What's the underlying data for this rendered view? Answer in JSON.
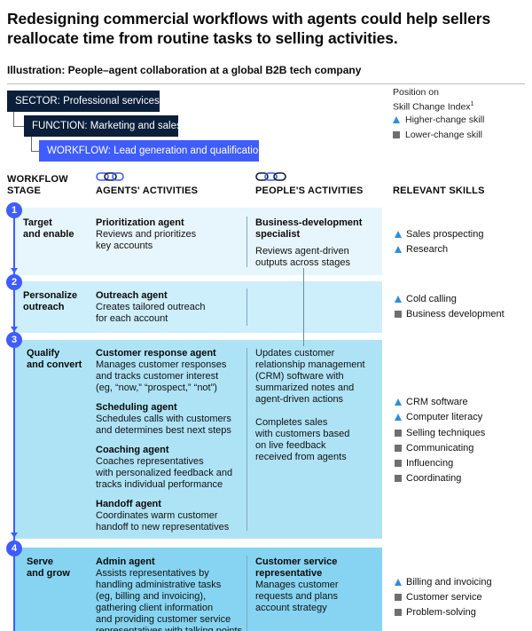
{
  "title": "Redesigning commercial workflows with agents could help sellers reallocate time from routine tasks to selling activities.",
  "subtitle": "Illustration: People–agent collaboration at a global B2B tech company",
  "hierarchy": {
    "sector": "SECTOR: Professional services",
    "function": "FUNCTION: Marketing and sales",
    "workflow": "WORKFLOW: Lead generation and qualification"
  },
  "legend": {
    "heading_line1": "Position on",
    "heading_line2": "Skill Change Index",
    "footnote_mark": "1",
    "higher": "Higher-change skill",
    "lower": "Lower-change skill"
  },
  "columns": {
    "stage": "WORKFLOW\nSTAGE",
    "agents": "AGENTS' ACTIVITIES",
    "people": "PEOPLE'S  ACTIVITIES",
    "skills": "RELEVANT SKILLS"
  },
  "colors": {
    "accent": "#3f5cff",
    "dark_box": "#0b1f3a",
    "higher_marker": "#2e8fd6",
    "lower_marker": "#6f6f6f",
    "band1": "#e7f6fd",
    "band2": "#cdeefb",
    "band3": "#aee3f6",
    "band4": "#86d4f1"
  },
  "stages": [
    {
      "number": "1",
      "name": "Target\nand enable",
      "agents": [
        {
          "title": "Prioritization agent",
          "desc": "Reviews and prioritizes\nkey accounts"
        }
      ],
      "people": [
        {
          "title": "Business-development\nspecialist",
          "desc": "Reviews agent-driven\noutputs across stages"
        }
      ],
      "skills": [
        {
          "name": "Sales prospecting",
          "type": "higher"
        },
        {
          "name": "Research",
          "type": "higher"
        }
      ]
    },
    {
      "number": "2",
      "name": "Personalize\noutreach",
      "agents": [
        {
          "title": "Outreach agent",
          "desc": "Creates tailored outreach\nfor each account"
        }
      ],
      "people": [],
      "skills": [
        {
          "name": "Cold calling",
          "type": "higher"
        },
        {
          "name": "Business development",
          "type": "lower"
        }
      ]
    },
    {
      "number": "3",
      "name": "Qualify\nand convert",
      "agents": [
        {
          "title": "Customer response agent",
          "desc": "Manages customer responses\nand tracks customer interest\n(eg, “now,” “prospect,” “not”)"
        },
        {
          "title": "Scheduling agent",
          "desc": "Schedules calls with customers\nand determines best next steps"
        },
        {
          "title": "Coaching agent",
          "desc": "Coaches representatives\nwith personalized feedback and\ntracks individual performance"
        },
        {
          "title": "Handoff agent",
          "desc": "Coordinates warm customer\nhandoff to new representatives"
        }
      ],
      "people": [
        {
          "title": "",
          "desc": "Updates customer\nrelationship management\n(CRM) software with\nsummarized notes and\nagent-driven actions"
        },
        {
          "title": "",
          "desc": "Completes sales\nwith customers based\non live feedback\nreceived from agents"
        }
      ],
      "skills": [
        {
          "name": "CRM software",
          "type": "higher"
        },
        {
          "name": "Computer literacy",
          "type": "higher"
        },
        {
          "name": "Selling techniques",
          "type": "lower"
        },
        {
          "name": "Communicating",
          "type": "lower"
        },
        {
          "name": "Influencing",
          "type": "lower"
        },
        {
          "name": "Coordinating",
          "type": "lower"
        }
      ]
    },
    {
      "number": "4",
      "name": "Serve\nand grow",
      "agents": [
        {
          "title": "Admin agent",
          "desc": "Assists representatives by\nhandling administrative tasks\n(eg, billing and invoicing),\ngathering client information\nand providing customer service\nrepresentatives with talking points"
        }
      ],
      "people": [
        {
          "title": "Customer service\nrepresentative",
          "desc": "Manages customer\nrequests and plans\naccount strategy"
        }
      ],
      "skills": [
        {
          "name": "Billing and invoicing",
          "type": "higher"
        },
        {
          "name": "Customer service",
          "type": "lower"
        },
        {
          "name": "Problem-solving",
          "type": "lower"
        }
      ]
    }
  ]
}
